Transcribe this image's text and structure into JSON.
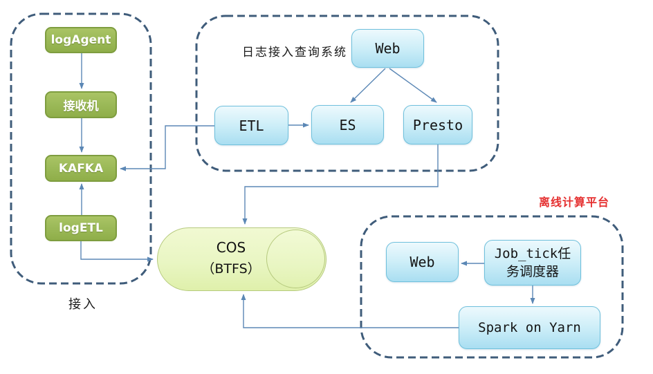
{
  "sections": {
    "ingest": {
      "label": "接入",
      "nodes": {
        "logagent": "logAgent",
        "receiver": "接收机",
        "kafka": "KAFKA",
        "logetl": "logETL"
      }
    },
    "query": {
      "label": "日志接入查询系统",
      "nodes": {
        "web": "Web",
        "etl": "ETL",
        "es": "ES",
        "presto": "Presto"
      }
    },
    "offline": {
      "label": "离线计算平台",
      "nodes": {
        "web": "Web",
        "jobtick_line1": "Job_tick任",
        "jobtick_line2": "务调度器",
        "spark": "Spark on Yarn"
      }
    },
    "storage": {
      "line1": "COS",
      "line2": "（BTFS）"
    }
  },
  "edges": [
    {
      "from": "logAgent",
      "to": "接收机"
    },
    {
      "from": "接收机",
      "to": "KAFKA"
    },
    {
      "from": "logETL",
      "to": "KAFKA"
    },
    {
      "from": "logETL",
      "to": "COS（BTFS）"
    },
    {
      "from": "ETL",
      "to": "KAFKA"
    },
    {
      "from": "ETL",
      "to": "ES"
    },
    {
      "from": "Web(查询系统)",
      "to": "ES"
    },
    {
      "from": "Web(查询系统)",
      "to": "Presto"
    },
    {
      "from": "Presto",
      "to": "COS（BTFS）"
    },
    {
      "from": "Job_tick任务调度器",
      "to": "Web(离线平台)"
    },
    {
      "from": "Job_tick任务调度器",
      "to": "Spark on Yarn"
    },
    {
      "from": "Spark on Yarn",
      "to": "COS（BTFS）"
    }
  ],
  "colors": {
    "green_node_fill": "#9cba59",
    "green_node_border": "#7e9d3f",
    "blue_node_fill_top": "#edf9fd",
    "blue_node_fill_bottom": "#a9def1",
    "blue_node_border": "#6fc0dc",
    "cylinder_fill": "#e9f6c3",
    "cylinder_border": "#b5c97d",
    "connector_line": "#5b87b5",
    "dashed_border": "#3f5c7a",
    "offline_label_red": "#e53030",
    "background": "#ffffff"
  }
}
